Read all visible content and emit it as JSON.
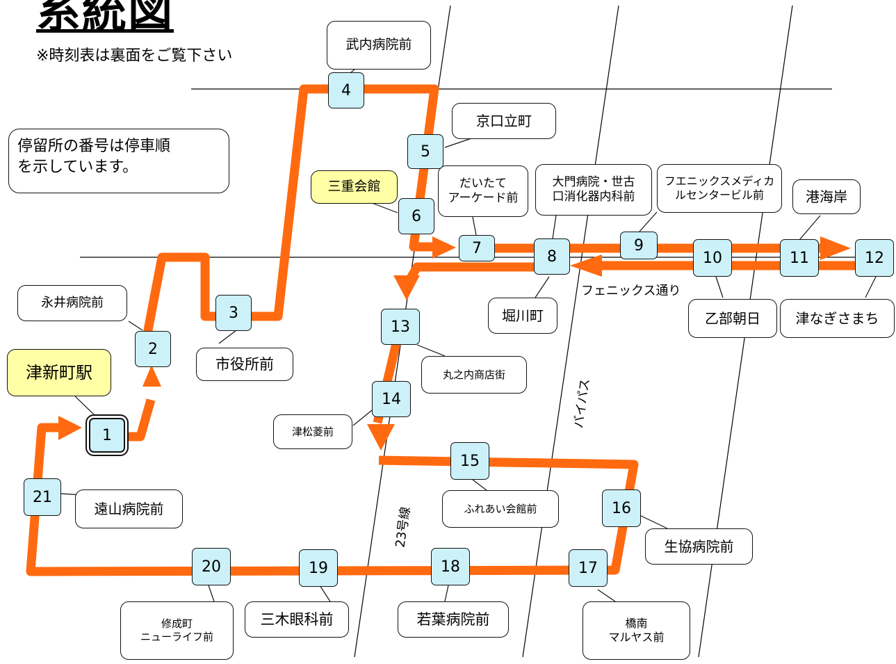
{
  "header": {
    "title": "系統図",
    "subtitle": "※時刻表は裏面をご覧下さい"
  },
  "note": "停留所の番号は停車順\nを示しています。",
  "colors": {
    "route": "#ff6a10",
    "stop_fill": "#cdf1f8",
    "highlight_fill": "#ffffa5"
  },
  "roads": {
    "phoenix": "フェニックス通り",
    "bypass": "バイパス",
    "route23": "23号線"
  },
  "stops": [
    {
      "number": "1",
      "name": "津新町駅"
    },
    {
      "number": "2",
      "name": "永井病院前"
    },
    {
      "number": "3",
      "name": "市役所前"
    },
    {
      "number": "4",
      "name": "武内病院前"
    },
    {
      "number": "5",
      "name": "京口立町"
    },
    {
      "number": "6",
      "name": "三重会館"
    },
    {
      "number": "7",
      "name": "だいたて\nアーケード前"
    },
    {
      "number": "8",
      "name": "大門病院・世古\n口消化器内科前"
    },
    {
      "number": "9",
      "name": "フエニックスメディカ\nルセンタービル前"
    },
    {
      "number": "10",
      "name": "乙部朝日"
    },
    {
      "number": "11",
      "name": "港海岸"
    },
    {
      "number": "12",
      "name": "津なぎさまち"
    },
    {
      "number": "13",
      "name": "丸之内商店街"
    },
    {
      "number": "14",
      "name": "津松菱前"
    },
    {
      "number": "15",
      "name": "ふれあい会館前"
    },
    {
      "number": "16",
      "name": "生協病院前"
    },
    {
      "number": "17",
      "name": "橋南\nマルヤス前"
    },
    {
      "number": "18",
      "name": "若葉病院前"
    },
    {
      "number": "19",
      "name": "三木眼科前"
    },
    {
      "number": "20",
      "name": "修成町\nニューライフ前"
    },
    {
      "number": "21",
      "name": "遠山病院前"
    }
  ],
  "extra_labels": {
    "horikawa": "堀川町"
  }
}
